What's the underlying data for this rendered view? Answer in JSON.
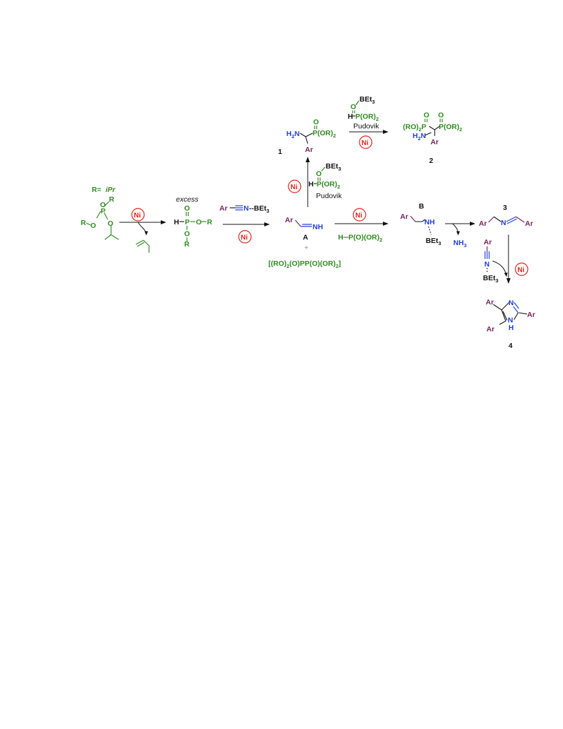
{
  "catalyst_label": "Ni",
  "legend": {
    "r_prefix": "R= ",
    "r_value": "iPr"
  },
  "labels": {
    "excess": "excess",
    "pudovik_top": "Pudovik",
    "pudovik_mid": "Pudovik",
    "plus": "+",
    "compound_1": "1",
    "compound_2": "2",
    "compound_3": "3",
    "compound_4": "4",
    "intermediate_A": "A",
    "intermediate_B": "B"
  },
  "atoms": {
    "R": "R",
    "O": "O",
    "P": "P",
    "H": "H",
    "Ar": "Ar",
    "NH": "NH",
    "N": "N",
    "NH3": "NH3",
    "BEt3": "BEt3",
    "H2N": "H2N",
    "POR2": "P(OR)2",
    "RO2P": "(RO)2P",
    "HPOOR2": "H─P(O)(OR)2",
    "NBEt3": "N--BEt3",
    "byproduct": "[(RO)2(O)PP(O)(OR)2]"
  }
}
